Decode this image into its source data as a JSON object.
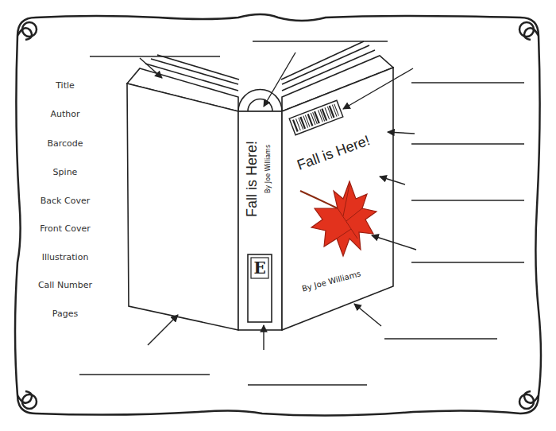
{
  "diagram": {
    "nodes": [
      {
        "text": [
          "Fall is Here!",
          "By Joe Williams"
        ]
      },
      {
        "text": [
          "E"
        ],
        "in": 0
      },
      {
        "text": [
          "Fall is Here!",
          "By Joe Williams"
        ]
      }
    ],
    "labels": [
      "Title",
      "Author",
      "Barcode",
      "Spine",
      "Back Cover",
      "Front Cover",
      "Illustration",
      "Call Number",
      "Pages"
    ]
  }
}
